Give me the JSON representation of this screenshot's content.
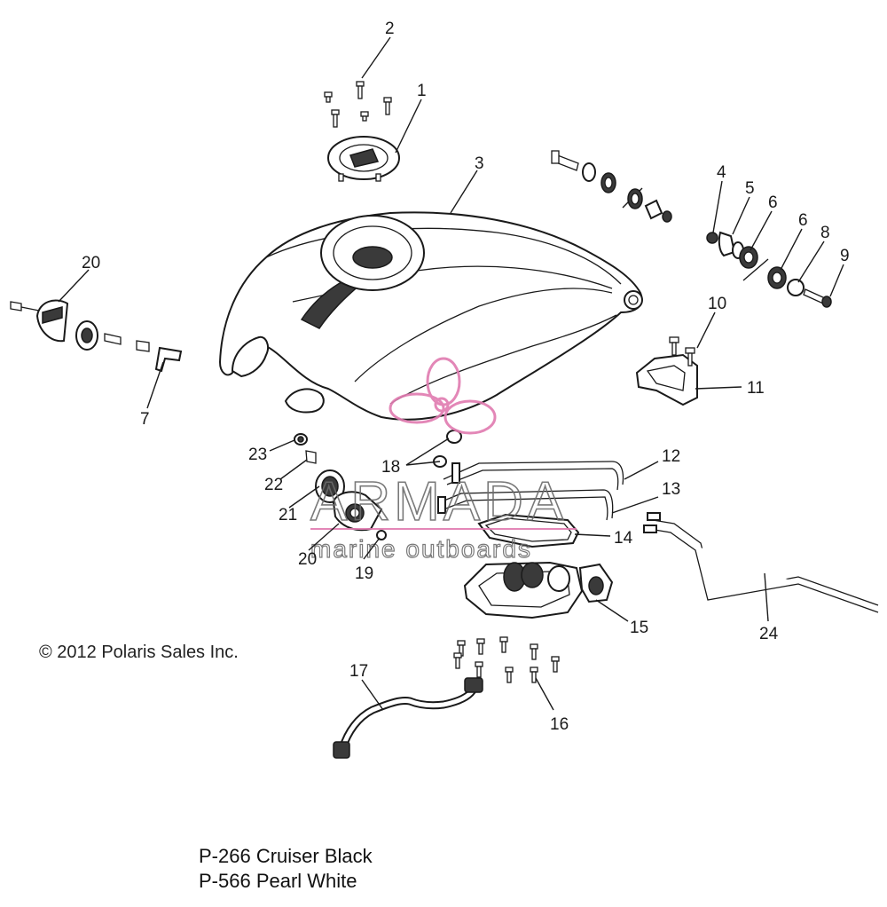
{
  "copyright": "© 2012 Polaris Sales Inc.",
  "captions": [
    "P-266 Cruiser Black",
    "P-566 Pearl White"
  ],
  "watermark": {
    "brand": "ARMADA",
    "tagline": "marine outboards",
    "accent": "#e07bb0"
  },
  "callouts": [
    "1",
    "2",
    "3",
    "4",
    "5",
    "6",
    "6",
    "7",
    "8",
    "9",
    "10",
    "11",
    "12",
    "13",
    "14",
    "15",
    "16",
    "17",
    "18",
    "19",
    "20",
    "20",
    "21",
    "22",
    "23",
    "24"
  ]
}
